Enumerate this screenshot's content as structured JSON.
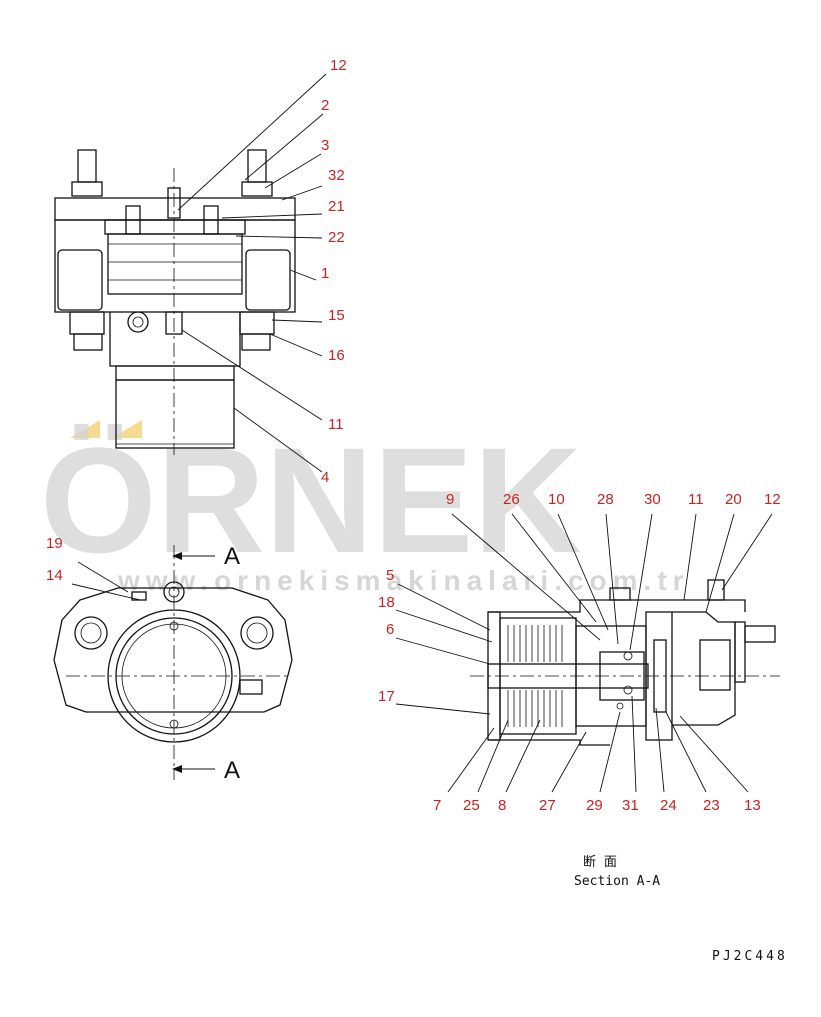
{
  "watermark": {
    "brand": "ÖRNEK",
    "url": "www.ornekismakinalari.com.tr"
  },
  "top_view_callouts": [
    "12",
    "2",
    "3",
    "32",
    "21",
    "22",
    "1",
    "15",
    "16",
    "11",
    "4"
  ],
  "bottom_view_callouts": [
    "19",
    "14"
  ],
  "section_top_callouts": [
    "9",
    "26",
    "10",
    "28",
    "30",
    "11",
    "20",
    "12"
  ],
  "section_left_callouts": [
    "5",
    "18",
    "6",
    "17"
  ],
  "section_bottom_callouts": [
    "7",
    "25",
    "8",
    "27",
    "29",
    "31",
    "24",
    "23",
    "13"
  ],
  "section_marks": {
    "upper": "A",
    "lower": "A"
  },
  "caption": {
    "japanese": "断 面",
    "english": "Section A-A"
  },
  "drawing_code": "PJ2C448"
}
